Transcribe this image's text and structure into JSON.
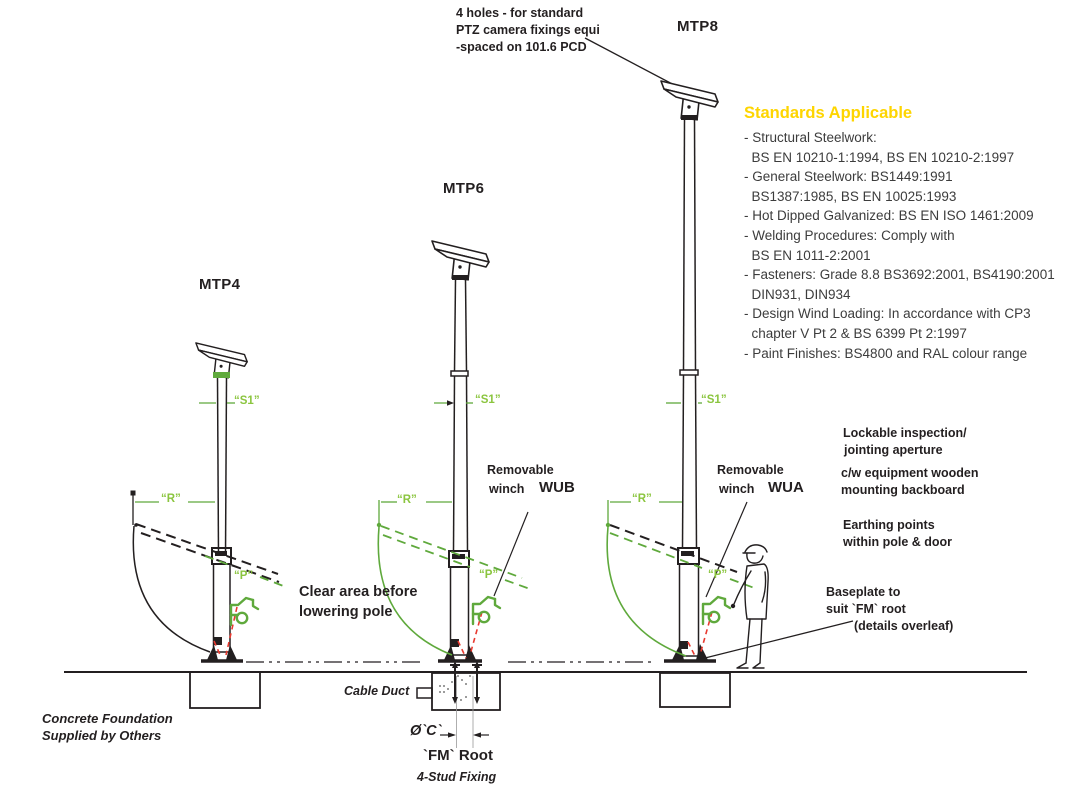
{
  "drawing": {
    "camera_note": [
      "4 holes - for standard",
      "PTZ camera fixings equi",
      "-spaced on 101.6 PCD"
    ],
    "pole_labels": {
      "mtp4": "MTP4",
      "mtp6": "MTP6",
      "mtp8": "MTP8"
    },
    "winch_units": {
      "line1": "Removable",
      "line2": "winch",
      "wub": "WUB",
      "wua": "WUA"
    },
    "dims": {
      "s1": "“S1”",
      "r": "“R”",
      "p": "“P”",
      "dia_c": "Ø`C`"
    },
    "notes": {
      "clear_area": [
        "Clear area before",
        "lowering pole"
      ],
      "lockable": [
        "Lockable inspection/",
        "jointing aperture"
      ],
      "equipment": [
        "c/w equipment wooden",
        "mounting backboard"
      ],
      "earthing": [
        "Earthing points",
        "within pole & door"
      ],
      "baseplate": [
        "Baseplate to",
        "suit `FM` root",
        "(details overleaf)"
      ],
      "cable_duct": "Cable Duct",
      "concrete": [
        "Concrete Foundation",
        "Supplied by Others"
      ],
      "fm_root": "`FM` Root",
      "stud_fixing": "4-Stud Fixing"
    },
    "standards": {
      "heading": "Standards Applicable",
      "items": [
        "- Structural Steelwork:",
        "  BS EN 10210-1:1994, BS EN 10210-2:1997",
        "- General Steelwork: BS1449:1991",
        "  BS1387:1985, BS EN 10025:1993",
        "- Hot Dipped Galvanized: BS EN ISO 1461:2009",
        "- Welding Procedures: Comply with",
        "  BS EN 1011-2:2001",
        "- Fasteners: Grade 8.8 BS3692:2001, BS4190:2001",
        "  DIN931, DIN934",
        "- Design Wind Loading: In accordance with CP3",
        "  chapter V Pt 2 & BS 6399 Pt 2:1997",
        "- Paint Finishes: BS4800 and RAL colour range"
      ]
    },
    "colors": {
      "green_lines": "#5fa93c",
      "green_labels": "#8bc53f",
      "heading_yellow": "#fed500",
      "red_cable": "#e8392f",
      "ink": "#231f20"
    }
  }
}
